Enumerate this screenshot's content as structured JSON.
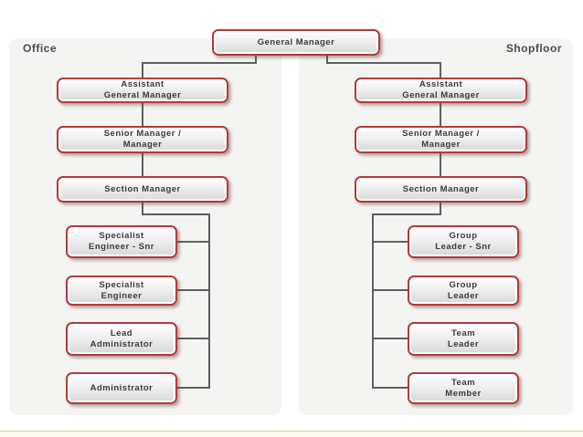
{
  "root": {
    "label": "General Manager"
  },
  "office": {
    "title": "Office",
    "chain": [
      {
        "label": "Assistant\nGeneral Manager"
      },
      {
        "label": "Senior Manager /\nManager"
      },
      {
        "label": "Section Manager"
      }
    ],
    "children": [
      {
        "label": "Specialist\nEngineer - Snr"
      },
      {
        "label": "Specialist\nEngineer"
      },
      {
        "label": "Lead\nAdministrator"
      },
      {
        "label": "Administrator"
      }
    ]
  },
  "shopfloor": {
    "title": "Shopfloor",
    "chain": [
      {
        "label": "Assistant\nGeneral Manager"
      },
      {
        "label": "Senior Manager /\nManager"
      },
      {
        "label": "Section Manager"
      }
    ],
    "children": [
      {
        "label": "Group\nLeader - Snr"
      },
      {
        "label": "Group\nLeader"
      },
      {
        "label": "Team\nLeader"
      },
      {
        "label": "Team\nMember"
      }
    ]
  },
  "colors": {
    "node_border": "#b23a3a",
    "node_fill_top": "#ffffff",
    "node_fill_bottom": "#d8d8d8",
    "connector": "#5f5f5f",
    "panel_background": "#f4f4f2",
    "footer_line": "#d6cf9e",
    "footer_background": "#fcfbee",
    "text": "#3b3b3b"
  }
}
